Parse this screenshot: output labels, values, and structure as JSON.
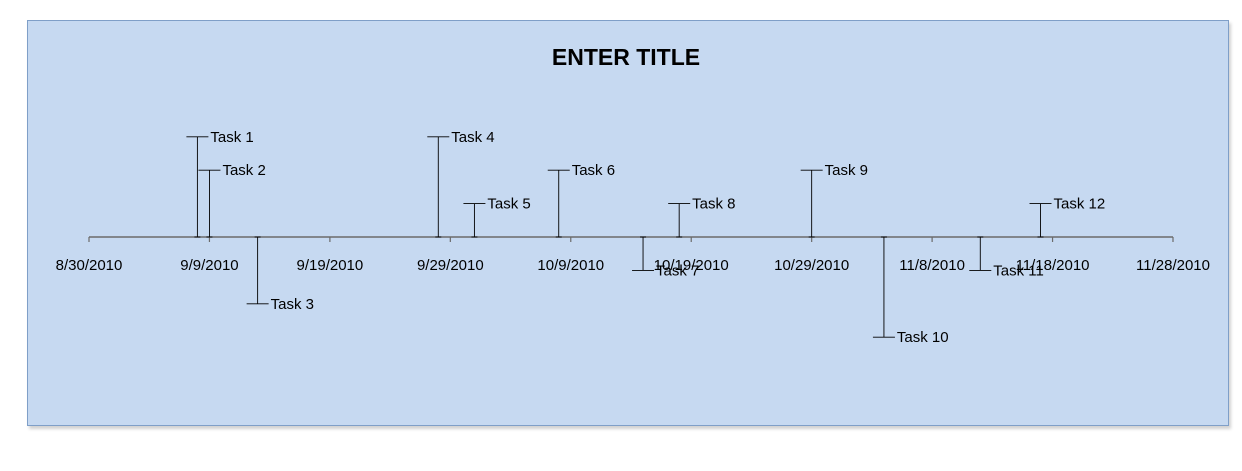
{
  "chart_data": {
    "type": "timeline",
    "title": "ENTER TITLE",
    "x_axis": {
      "ticks": [
        "8/30/2010",
        "9/9/2010",
        "9/19/2010",
        "9/29/2010",
        "10/9/2010",
        "10/19/2010",
        "10/29/2010",
        "11/8/2010",
        "11/18/2010",
        "11/28/2010"
      ],
      "range": [
        "8/30/2010",
        "11/28/2010"
      ]
    },
    "y_range": [
      -1,
      1
    ],
    "tasks": [
      {
        "label": "Task 1",
        "date": "9/8/2010",
        "height": 0.6
      },
      {
        "label": "Task 2",
        "date": "9/9/2010",
        "height": 0.4
      },
      {
        "label": "Task 3",
        "date": "9/13/2010",
        "height": -0.4
      },
      {
        "label": "Task 4",
        "date": "9/28/2010",
        "height": 0.6
      },
      {
        "label": "Task 5",
        "date": "10/1/2010",
        "height": 0.2
      },
      {
        "label": "Task 6",
        "date": "10/8/2010",
        "height": 0.4
      },
      {
        "label": "Task 7",
        "date": "10/15/2010",
        "height": -0.2
      },
      {
        "label": "Task 8",
        "date": "10/18/2010",
        "height": 0.2
      },
      {
        "label": "Task 9",
        "date": "10/29/2010",
        "height": 0.4
      },
      {
        "label": "Task 10",
        "date": "11/4/2010",
        "height": -0.6
      },
      {
        "label": "Task 11",
        "date": "11/12/2010",
        "height": -0.2
      },
      {
        "label": "Task 12",
        "date": "11/17/2010",
        "height": 0.2
      }
    ]
  }
}
